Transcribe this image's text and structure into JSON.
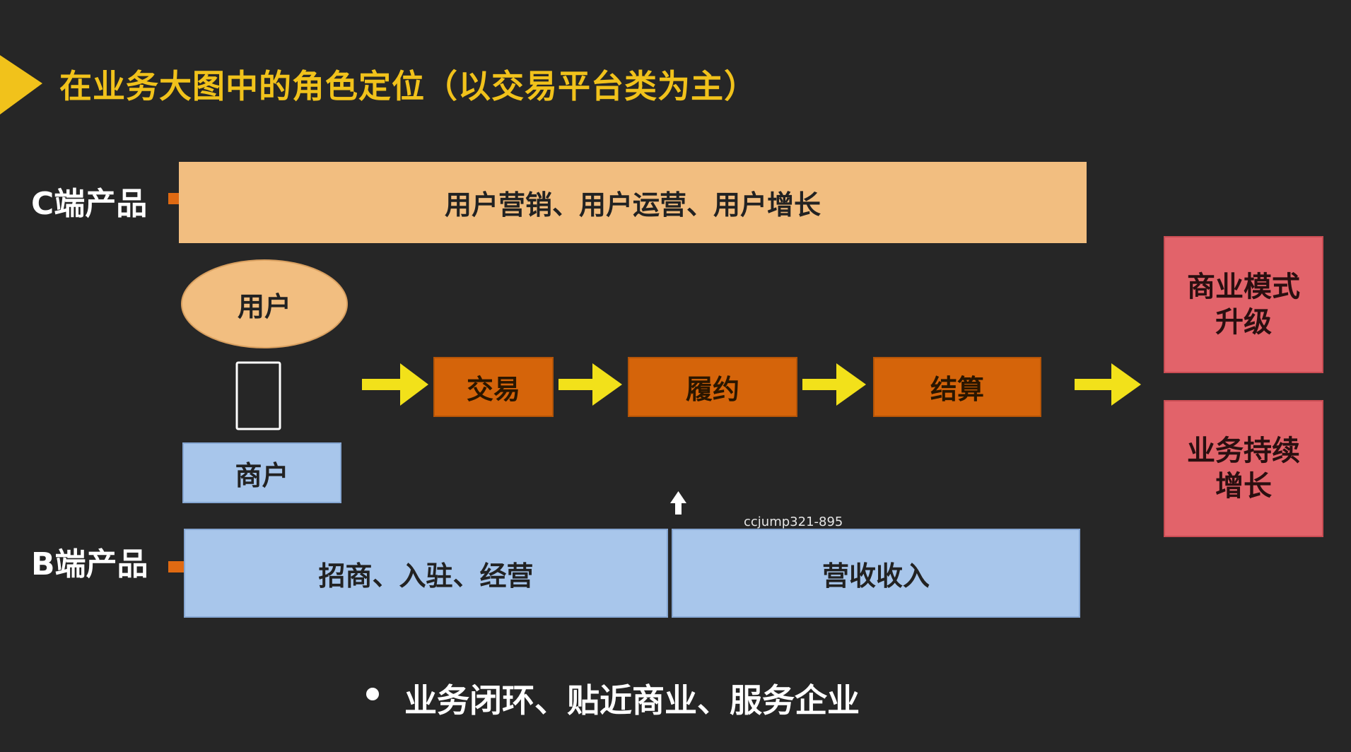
{
  "title": "在业务大图中的角色定位（以交易平台类为主）",
  "c_side": {
    "label": "C端产品",
    "band_text": "用户营销、用户运营、用户增长",
    "user_node": "用户"
  },
  "b_side": {
    "label": "B端产品",
    "merchant_node": "商户",
    "band_left": "招商、入驻、经营",
    "band_right": "营收收入"
  },
  "flow": {
    "steps": [
      "交易",
      "履约",
      "结算"
    ]
  },
  "outcomes": {
    "top_line1": "商业模式",
    "top_line2": "升级",
    "bottom_line1": "业务持续",
    "bottom_line2": "增长"
  },
  "watermark": "ccjump321-895",
  "summary": "业务闭环、贴近商业、服务企业",
  "colors": {
    "background": "#262626",
    "title": "#f1c21b",
    "c_band": "#f2be80",
    "process": "#d5640a",
    "b_band": "#a8c6eb",
    "outcome": "#e2636a",
    "flow_arrow": "#f2e11a",
    "side_arrow": "#e06a12"
  }
}
